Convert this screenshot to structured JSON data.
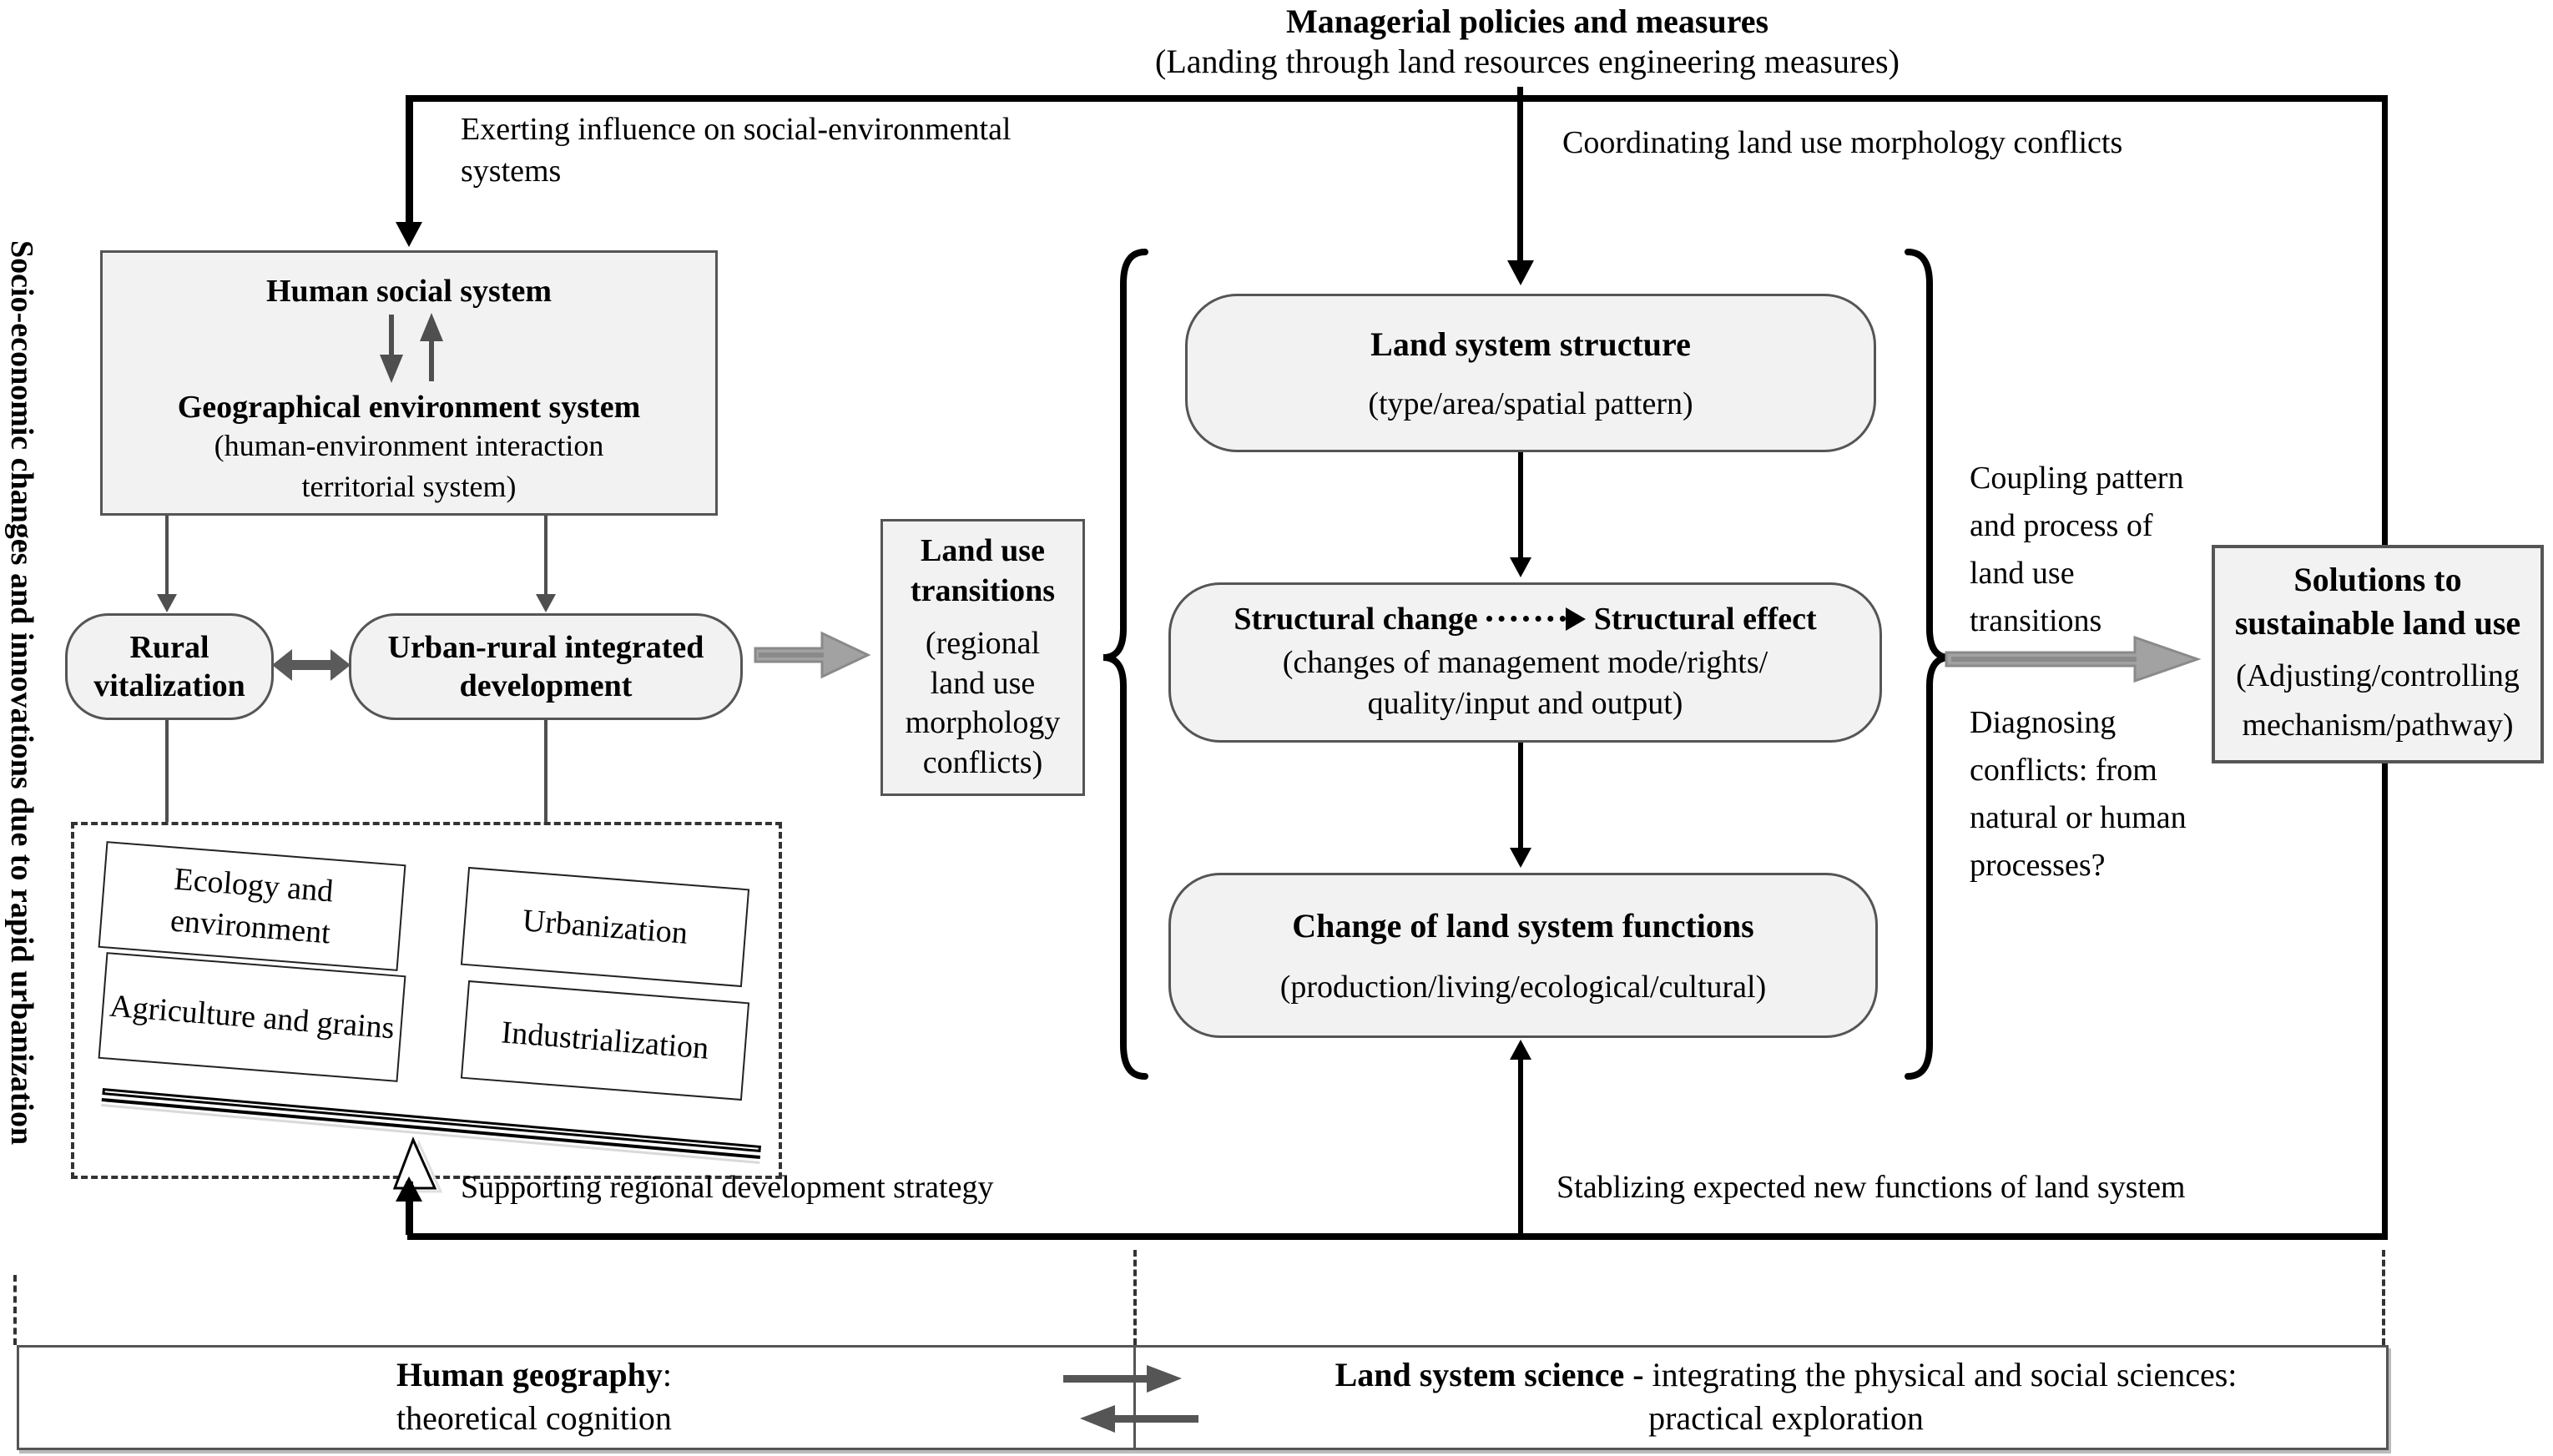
{
  "colors": {
    "box_fill": "#f2f2f2",
    "box_border": "#555555",
    "thick_arrow": "#9e9e9e",
    "line": "#000000"
  },
  "left_margin_label": "Socio-economic changes and innovations due to rapid urbanization",
  "top_banner": {
    "title": "Managerial policies and measures",
    "subtitle": "(Landing through land resources engineering measures)"
  },
  "edge_labels": {
    "top_left_line1": "Exerting influence on social-environmental",
    "top_left_line2": "systems",
    "top_right": "Coordinating land use morphology conflicts",
    "bottom_left": "Supporting regional development strategy",
    "bottom_right": "Stablizing expected new functions of land system"
  },
  "human_system_box": {
    "title": "Human social system",
    "subtitle": "Geographical environment system",
    "note_line1": "(human-environment interaction",
    "note_line2": "territorial system)"
  },
  "rural_box": {
    "line1": "Rural",
    "line2": "vitalization"
  },
  "urban_box": {
    "line1": "Urban-rural integrated",
    "line2": "development"
  },
  "pressure_panel": {
    "top_left": "Ecology and environment",
    "top_right": "Urbanization",
    "bottom_left": "Agriculture and grains",
    "bottom_right": "Industrialization"
  },
  "land_use_transitions_box": {
    "title_line1": "Land use",
    "title_line2": "transitions",
    "note_line1": "(regional",
    "note_line2": "land use",
    "note_line3": "morphology",
    "note_line4": "conflicts)"
  },
  "center_boxes": {
    "structure": {
      "title": "Land system structure",
      "note": "(type/area/spatial pattern)"
    },
    "change": {
      "left": "Structural change",
      "right": "Structural effect",
      "note_line1": "(changes of management mode/rights/",
      "note_line2": "quality/input and output)"
    },
    "functions": {
      "title": "Change of land system functions",
      "note": "(production/living/ecological/cultural)"
    }
  },
  "right_notes": {
    "coupling_line1": "Coupling pattern",
    "coupling_line2": "and process of",
    "coupling_line3": "land use",
    "coupling_line4": "transitions",
    "diagnosing_line1": "Diagnosing",
    "diagnosing_line2": "conflicts: from",
    "diagnosing_line3": "natural or human",
    "diagnosing_line4": "processes?"
  },
  "solutions_box": {
    "title_line1": "Solutions to",
    "title_line2": "sustainable land use",
    "note_line1": "(Adjusting/controlling",
    "note_line2": "mechanism/pathway)"
  },
  "footer": {
    "left_bold": "Human geography",
    "left_colon": ":",
    "left_line2": "theoretical cognition",
    "right_bold": "Land system science -",
    "right_regular": " integrating the physical and social sciences:",
    "right_line2": "practical exploration"
  }
}
